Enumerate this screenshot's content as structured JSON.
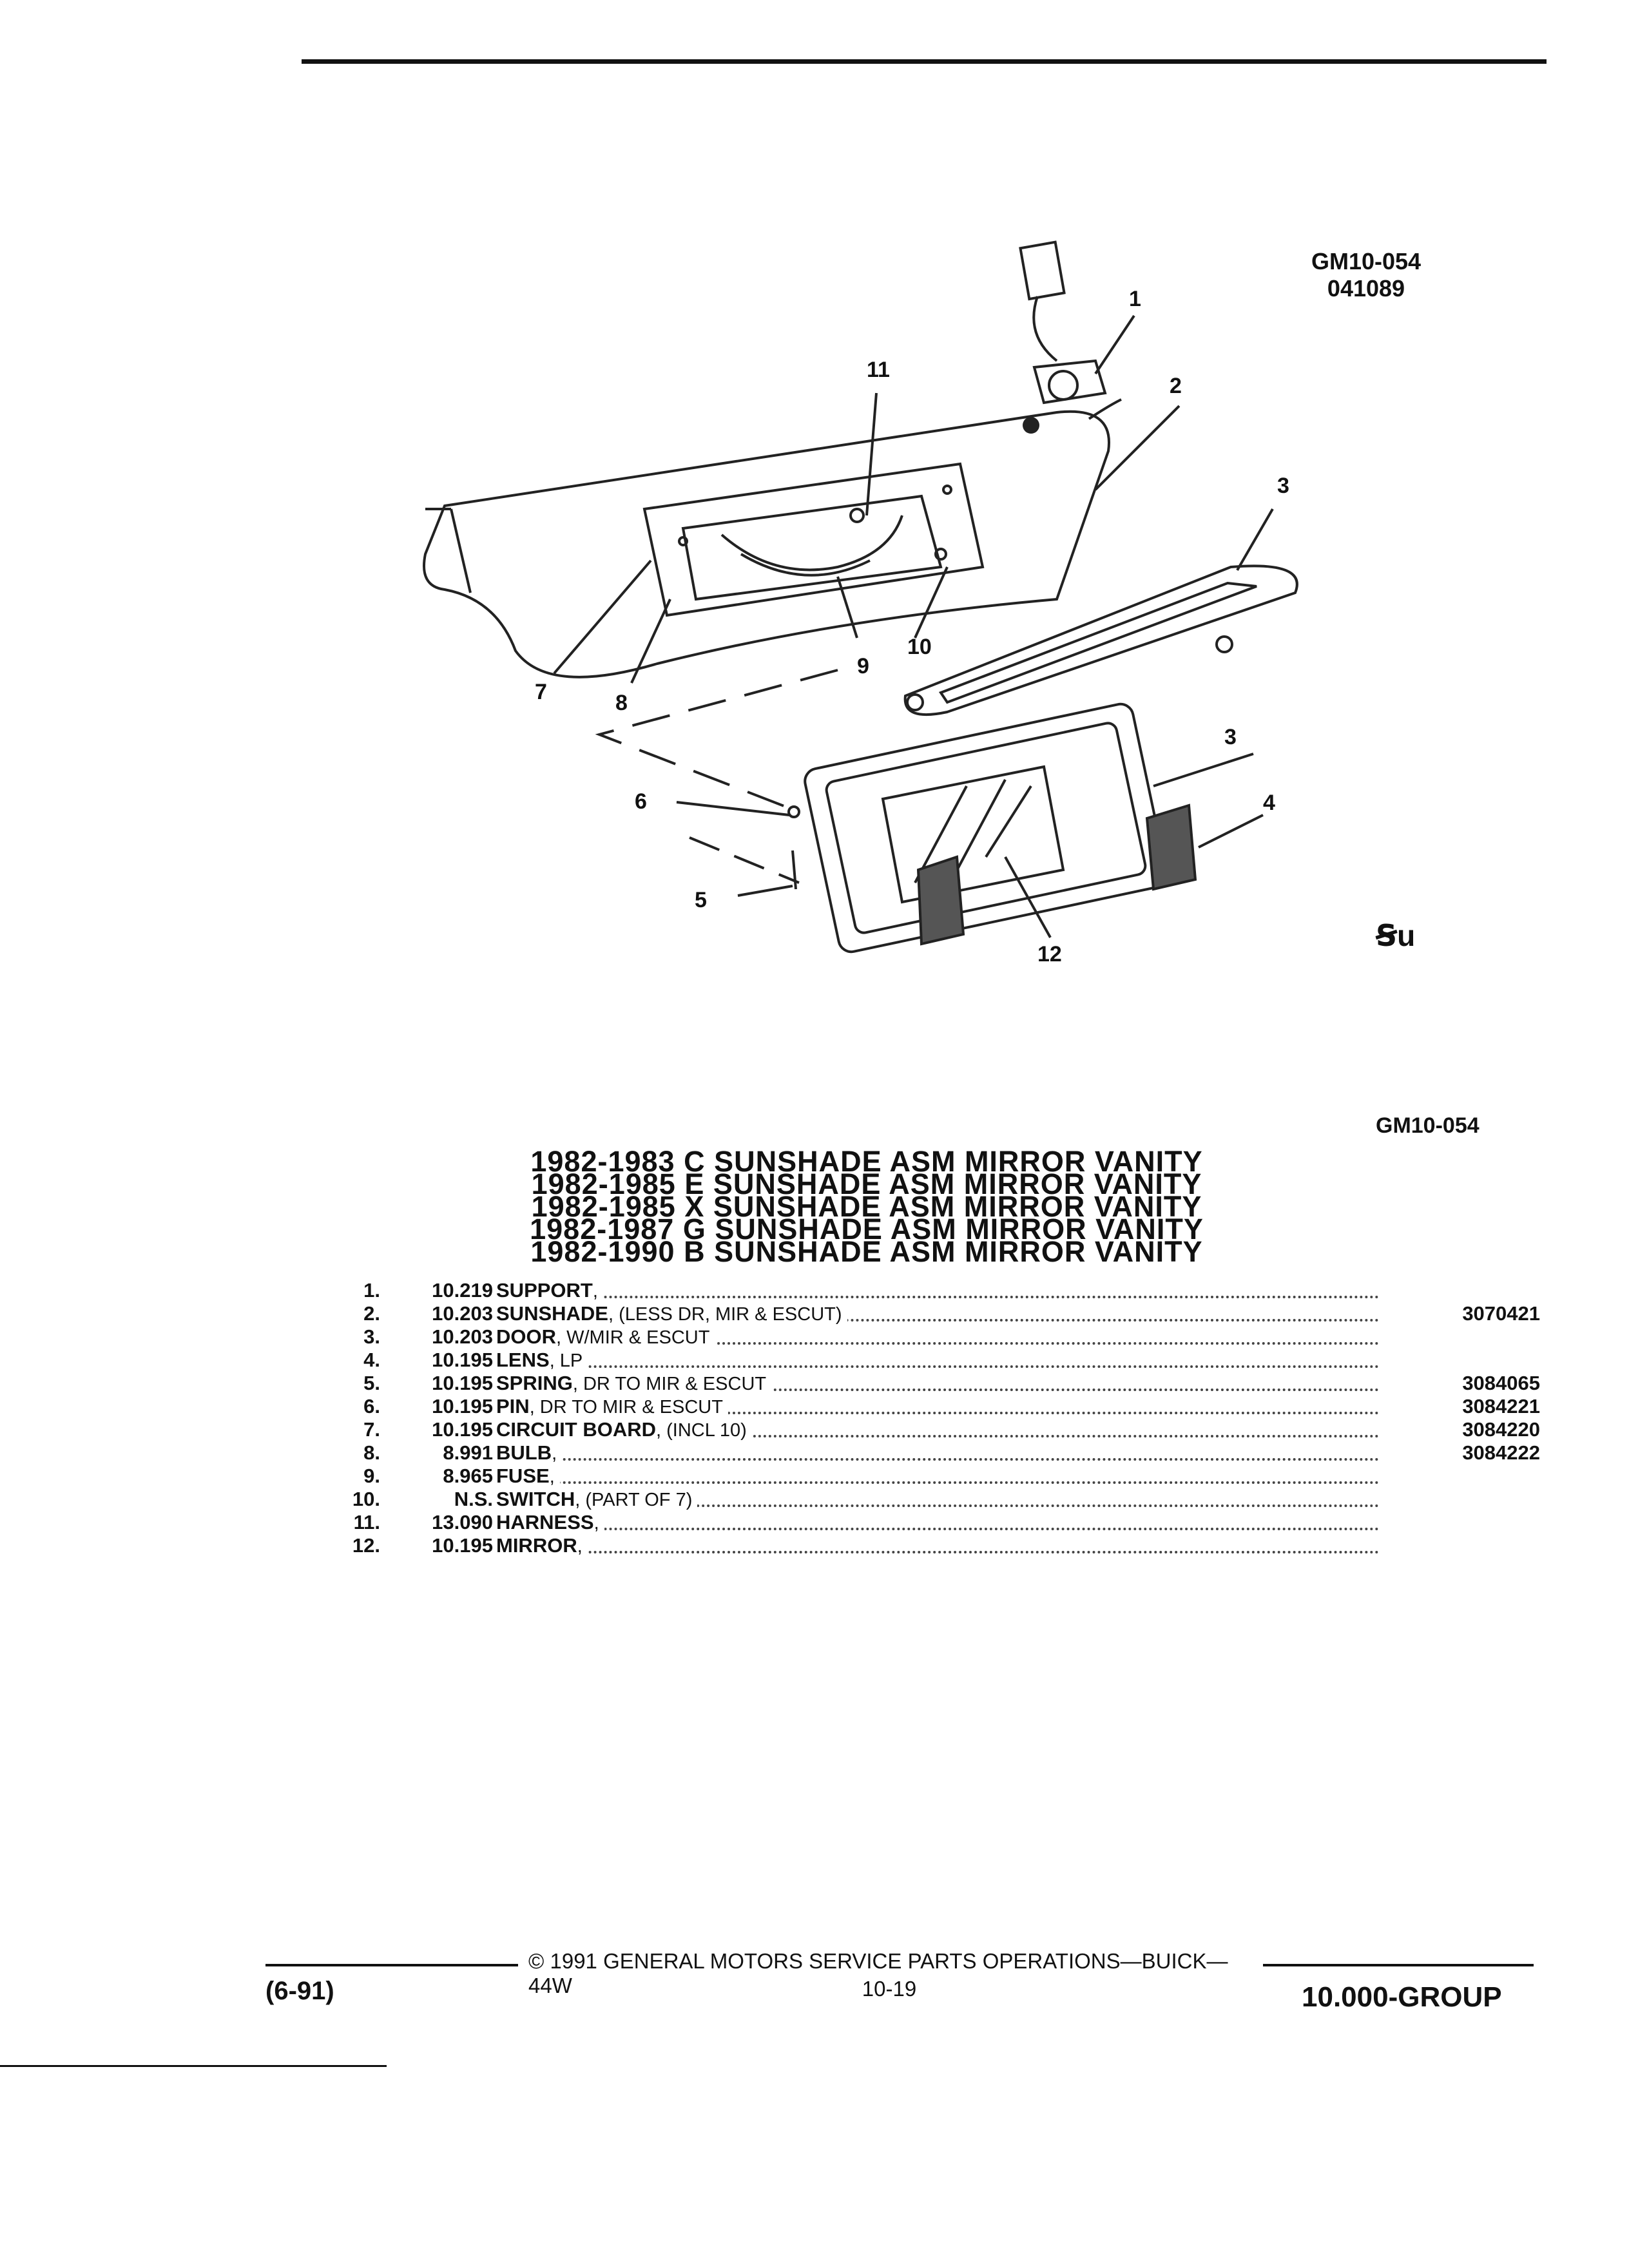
{
  "diagram": {
    "codes": [
      "GM10-054",
      "041089"
    ],
    "callouts": [
      "1",
      "2",
      "3",
      "3",
      "4",
      "5",
      "6",
      "7",
      "8",
      "9",
      "10",
      "11",
      "12"
    ],
    "stamp": "Ꞩu",
    "ref_code": "GM10-054"
  },
  "titles": [
    "1982-1983 C SUNSHADE ASM MIRROR VANITY",
    "1982-1985 E SUNSHADE ASM MIRROR VANITY",
    "1982-1985 X SUNSHADE ASM MIRROR VANITY",
    "1982-1987 G SUNSHADE ASM MIRROR VANITY",
    "1982-1990 B SUNSHADE ASM MIRROR VANITY"
  ],
  "parts": [
    {
      "no": "1.",
      "group": "10.219",
      "name": "SUPPORT",
      "note": ",",
      "part": ""
    },
    {
      "no": "2.",
      "group": "10.203",
      "name": "SUNSHADE",
      "note": ", (LESS DR, MIR & ESCUT)",
      "part": "3070421"
    },
    {
      "no": "3.",
      "group": "10.203",
      "name": "DOOR",
      "note": ", W/MIR & ESCUT",
      "part": ""
    },
    {
      "no": "4.",
      "group": "10.195",
      "name": "LENS",
      "note": ", LP",
      "part": ""
    },
    {
      "no": "5.",
      "group": "10.195",
      "name": "SPRING",
      "note": ", DR TO MIR & ESCUT",
      "part": "3084065"
    },
    {
      "no": "6.",
      "group": "10.195",
      "name": "PIN",
      "note": ", DR TO MIR & ESCUT",
      "part": "3084221"
    },
    {
      "no": "7.",
      "group": "10.195",
      "name": "CIRCUIT BOARD",
      "note": ", (INCL 10)",
      "part": "3084220"
    },
    {
      "no": "8.",
      "group": "8.991",
      "name": "BULB",
      "note": ",",
      "part": "3084222"
    },
    {
      "no": "9.",
      "group": "8.965",
      "name": "FUSE",
      "note": ",",
      "part": ""
    },
    {
      "no": "10.",
      "group": "N.S.",
      "name": "SWITCH",
      "note": ", (PART OF 7)",
      "part": ""
    },
    {
      "no": "11.",
      "group": "13.090",
      "name": "HARNESS",
      "note": ",",
      "part": ""
    },
    {
      "no": "12.",
      "group": "10.195",
      "name": "MIRROR",
      "note": ",",
      "part": ""
    }
  ],
  "footer": {
    "date": "(6-91)",
    "copyright": "© 1991 GENERAL MOTORS SERVICE PARTS OPERATIONS—BUICK—44W",
    "page": "10-19",
    "group": "10.000-GROUP"
  }
}
